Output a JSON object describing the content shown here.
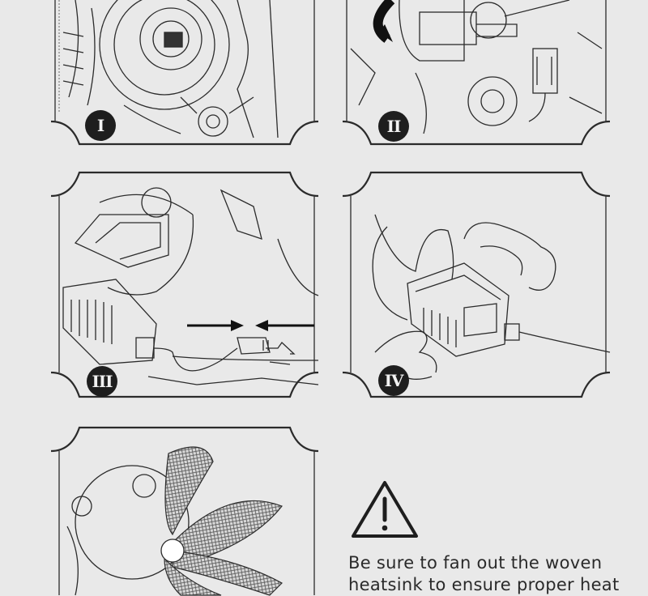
{
  "steps": [
    {
      "label": "I"
    },
    {
      "label": "II"
    },
    {
      "label": "III"
    },
    {
      "label": "IV"
    }
  ],
  "warning": {
    "icon": "warning-triangle-icon",
    "line1": "Be sure to fan out the woven",
    "line2": "heatsink to ensure proper heat"
  }
}
